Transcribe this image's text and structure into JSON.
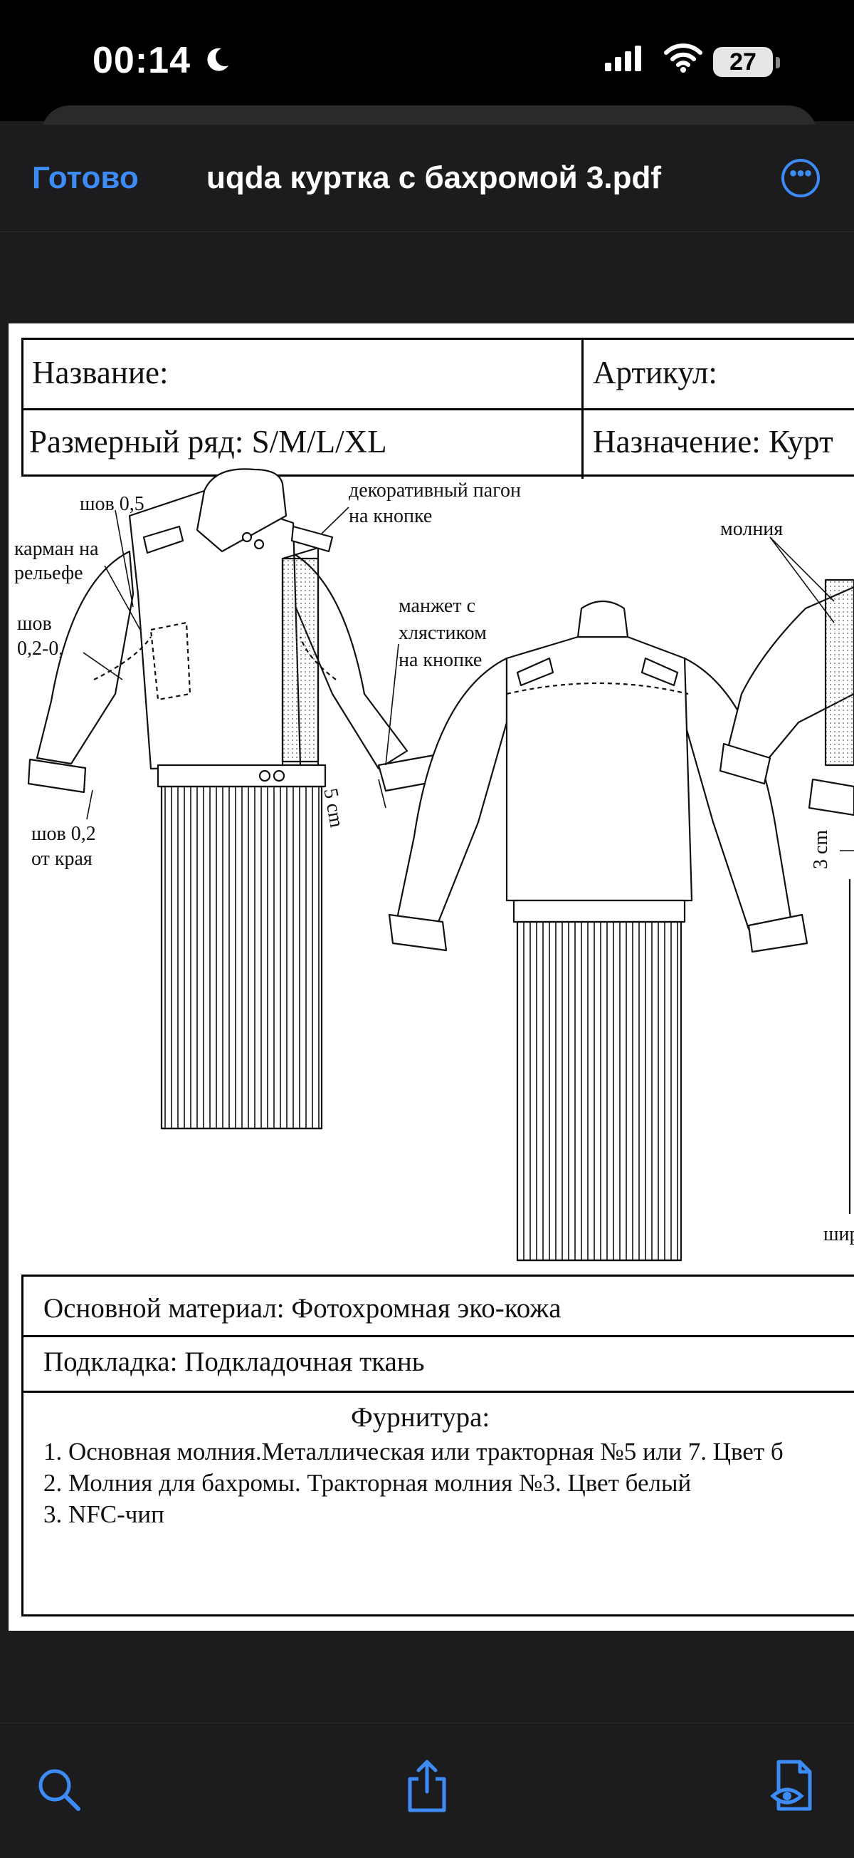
{
  "status": {
    "time": "00:14",
    "battery": "27"
  },
  "nav": {
    "done_label": "Готово",
    "title": "uqda куртка с бахромой 3.pdf"
  },
  "spec": {
    "name_label": "Название:",
    "article_label": "Артикул:",
    "size_range": "Размерный ряд: S/M/L/XL",
    "purpose": "Назначение: Курт",
    "annotations": {
      "seam_05": "шов 0,5",
      "pocket": [
        "карман на",
        "рельефе"
      ],
      "seam_02_05": [
        "шов",
        "0,2-0,5"
      ],
      "seam_02_edge": [
        "шов 0,2",
        "от края"
      ],
      "epaulet": [
        "декоративный пагон",
        "на кнопке"
      ],
      "cuff": [
        "манжет с",
        "хлястиком",
        "на кнопке"
      ],
      "zipper": "молния",
      "cm5": "5 cm",
      "cm3": "3 cm",
      "width": "шир"
    },
    "material": "Основной материал: Фотохромная эко-кожа",
    "lining": "Подкладка: Подкладочная ткань",
    "hardware_title": "Фурнитура:",
    "hardware_items": [
      "1. Основная молния.Металлическая или тракторная №5 или 7. Цвет б",
      "2. Молния для бахромы. Тракторная молния №3. Цвет белый",
      "3. NFC-чип"
    ]
  },
  "colors": {
    "accent": "#3d8cf5",
    "background": "#1c1c1e"
  }
}
